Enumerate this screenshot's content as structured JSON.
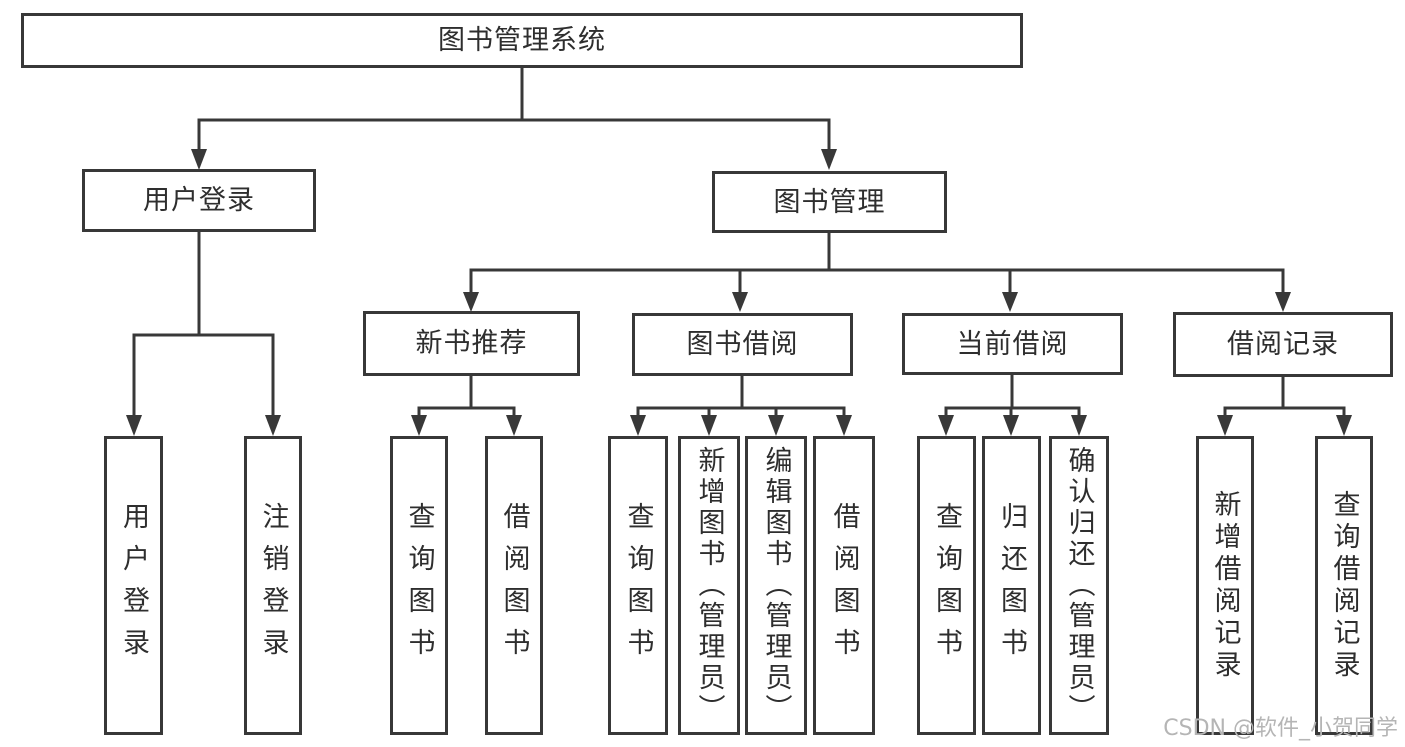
{
  "colors": {
    "line": "#383838",
    "text": "#2e2e2e",
    "watermark": "#b5b5b5",
    "bg": "#ffffff"
  },
  "watermark": "CSDN @软件_小贺同学",
  "tree": {
    "root": "图书管理系统",
    "level2": [
      {
        "label": "用户登录",
        "children": [
          "用户登录",
          "注销登录"
        ]
      },
      {
        "label": "图书管理",
        "sections": [
          {
            "label": "新书推荐",
            "children": [
              "查询图书",
              "借阅图书"
            ]
          },
          {
            "label": "图书借阅",
            "children": [
              "查询图书",
              "新增图书（管理员）",
              "编辑图书（管理员）",
              "借阅图书"
            ]
          },
          {
            "label": "当前借阅",
            "children": [
              "查询图书",
              "归还图书",
              "确认归还（管理员）"
            ]
          },
          {
            "label": "借阅记录",
            "children": [
              "新增借阅记录",
              "查询借阅记录"
            ]
          }
        ]
      }
    ]
  }
}
